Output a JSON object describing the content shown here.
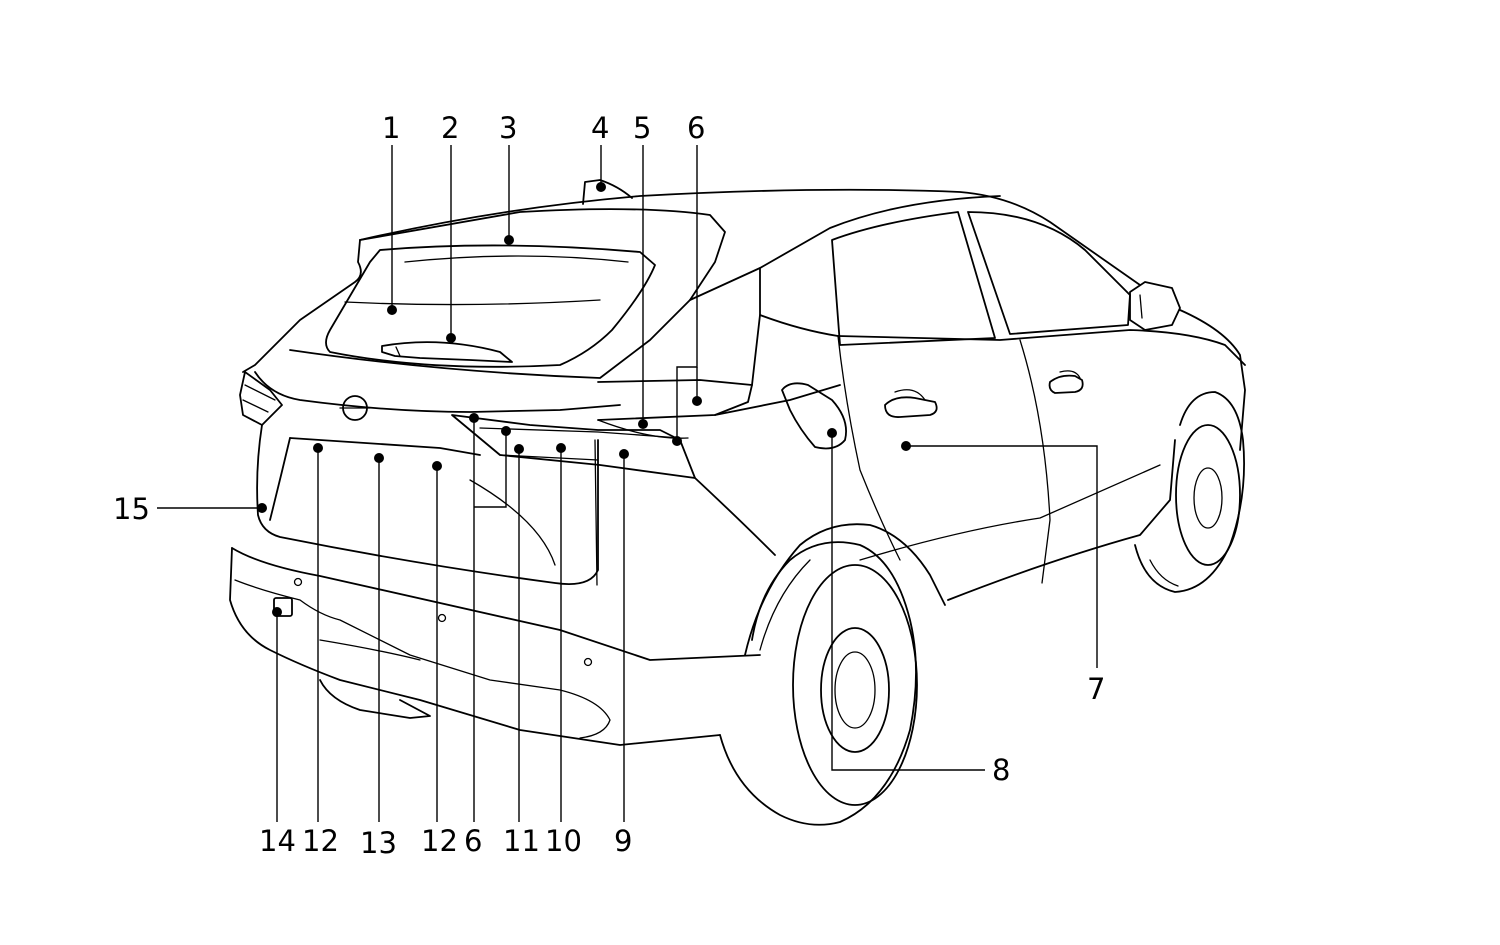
{
  "diagram": {
    "callouts": [
      {
        "id": "c1",
        "label": "1"
      },
      {
        "id": "c2",
        "label": "2"
      },
      {
        "id": "c3",
        "label": "3"
      },
      {
        "id": "c4",
        "label": "4"
      },
      {
        "id": "c5",
        "label": "5"
      },
      {
        "id": "c6a",
        "label": "6"
      },
      {
        "id": "c7",
        "label": "7"
      },
      {
        "id": "c8",
        "label": "8"
      },
      {
        "id": "c9",
        "label": "9"
      },
      {
        "id": "c10",
        "label": "10"
      },
      {
        "id": "c11",
        "label": "11"
      },
      {
        "id": "c6b",
        "label": "6"
      },
      {
        "id": "c12b",
        "label": "12"
      },
      {
        "id": "c13",
        "label": "13"
      },
      {
        "id": "c12a",
        "label": "12"
      },
      {
        "id": "c14",
        "label": "14"
      },
      {
        "id": "c15",
        "label": "15"
      }
    ],
    "colors": {
      "line": "#000000",
      "background": "#ffffff"
    }
  }
}
